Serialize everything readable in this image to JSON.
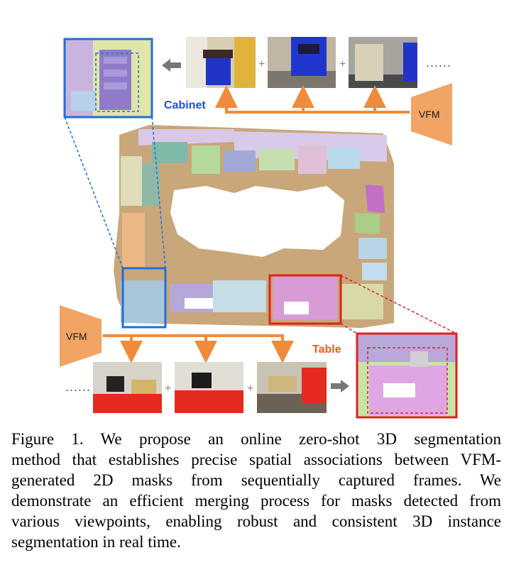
{
  "figure": {
    "cabinet_label": "Cabinet",
    "table_label": "Table",
    "vfm_top": "VFM",
    "vfm_bottom": "VFM",
    "dots": "......",
    "plus": "+",
    "colors": {
      "cabinet_accent": "#1f6fd6",
      "table_accent": "#e02020",
      "arrow_orange": "#f08b3c",
      "vfm_fill": "#f1a463",
      "floor": "#c9a77a"
    }
  },
  "caption": {
    "lines": [
      "Figure 1.   We propose an online zero-shot 3D segmentation",
      "method that establishes precise spatial associations between VFM-",
      "generated 2D masks from sequentially captured frames.   We",
      "demonstrate an efficient merging process for masks detected from",
      "various viewpoints, enabling robust and consistent 3D instance",
      "segmentation in real time."
    ]
  }
}
